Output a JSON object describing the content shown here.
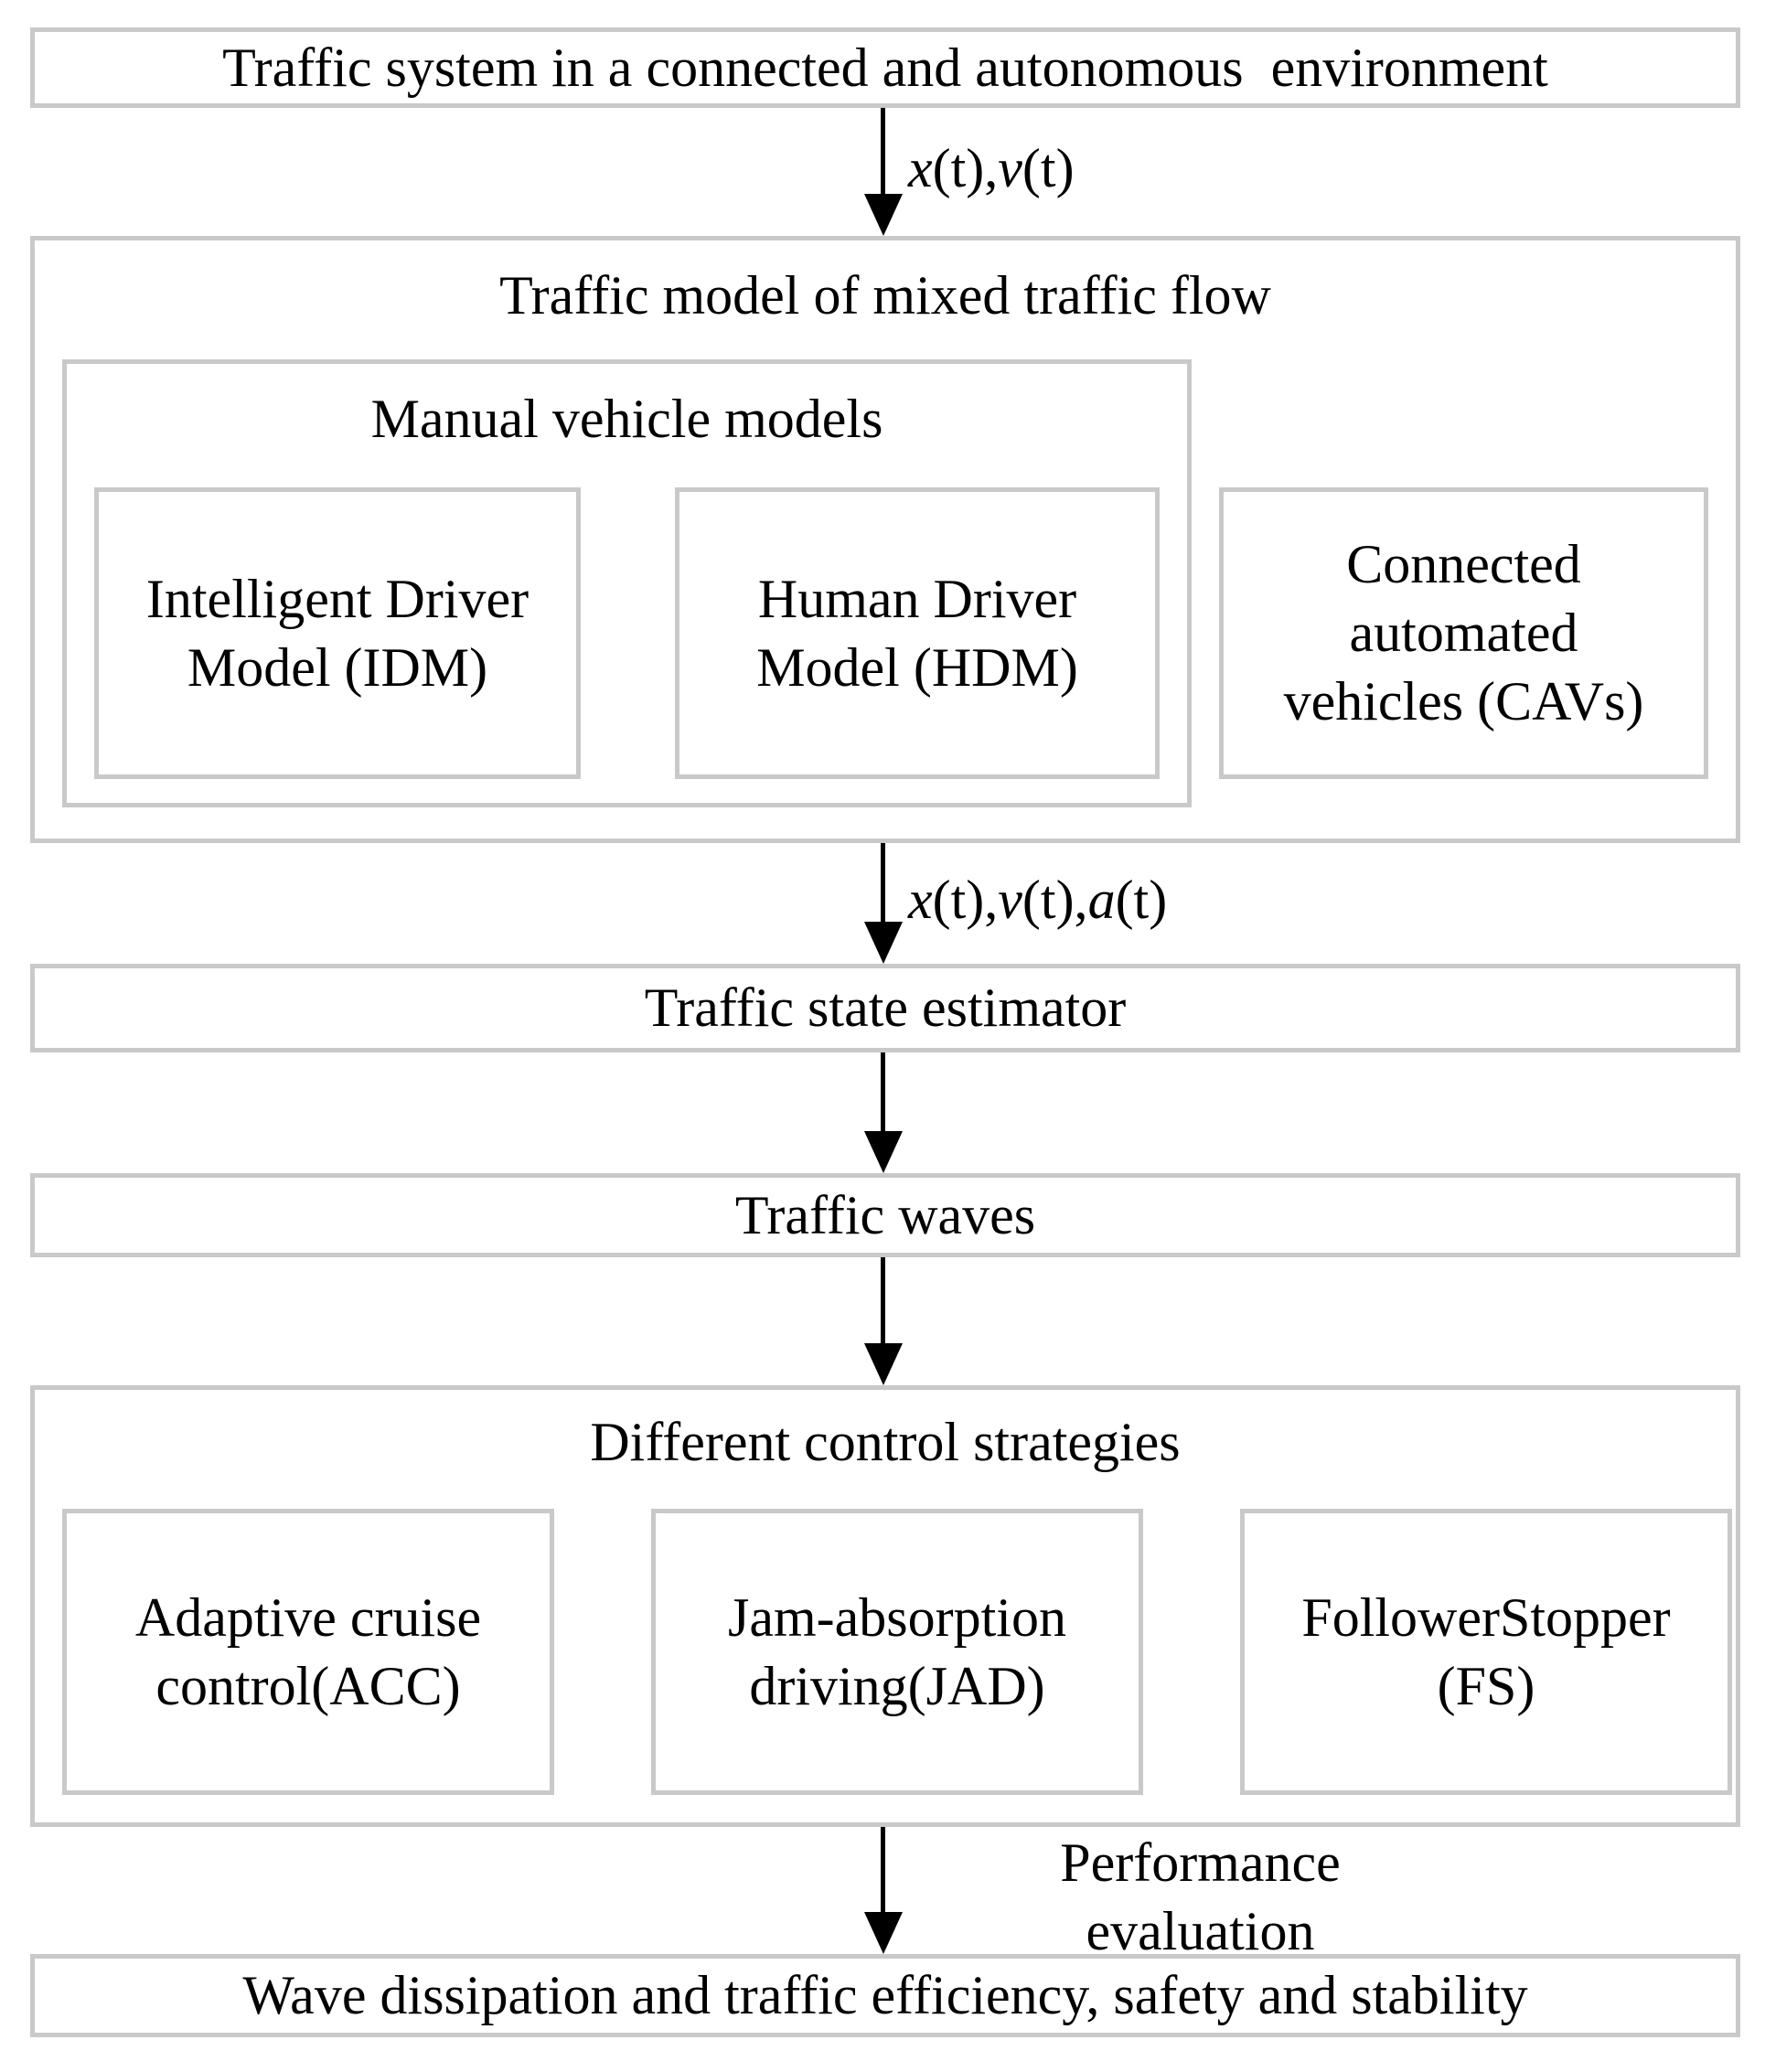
{
  "colors": {
    "background": "#ffffff",
    "box_border": "#c9c9c9",
    "text": "#000000",
    "arrow": "#000000"
  },
  "nodes": {
    "traffic_system": {
      "label": "Traffic system in a connected and autonomous  environment"
    },
    "traffic_model": {
      "title": "Traffic model of mixed traffic flow"
    },
    "manual_models": {
      "title": "Manual vehicle models"
    },
    "idm": {
      "lines": [
        "Intelligent Driver",
        "Model (IDM)"
      ]
    },
    "hdm": {
      "lines": [
        "Human Driver",
        "Model (HDM)"
      ]
    },
    "cav": {
      "lines": [
        "Connected",
        "automated",
        "vehicles (CAVs)"
      ]
    },
    "estimator": {
      "label": "Traffic state estimator"
    },
    "waves": {
      "label": "Traffic waves"
    },
    "strategies": {
      "title": "Different control strategies"
    },
    "acc": {
      "lines": [
        "Adaptive cruise",
        "control(ACC)"
      ]
    },
    "jad": {
      "lines": [
        "Jam-absorption",
        "driving(JAD)"
      ]
    },
    "fs": {
      "lines": [
        "FollowerStopper",
        "(FS)"
      ]
    },
    "outcome": {
      "label": "Wave dissipation and traffic efficiency, safety and stability"
    }
  },
  "flow_labels": {
    "arrow1": {
      "text": "x(t),v(t)",
      "parts": [
        {
          "text": "x",
          "italic": true
        },
        {
          "text": "(t),",
          "italic": false
        },
        {
          "text": "v",
          "italic": true
        },
        {
          "text": "(t)",
          "italic": false
        }
      ]
    },
    "arrow2": {
      "text": "x(t),v(t),a(t)",
      "parts": [
        {
          "text": "x",
          "italic": true
        },
        {
          "text": "(t),",
          "italic": false
        },
        {
          "text": "v",
          "italic": true
        },
        {
          "text": "(t),",
          "italic": false
        },
        {
          "text": "a",
          "italic": true
        },
        {
          "text": "(t)",
          "italic": false
        }
      ]
    },
    "arrow5": {
      "lines": [
        "Performance",
        "evaluation"
      ]
    }
  }
}
